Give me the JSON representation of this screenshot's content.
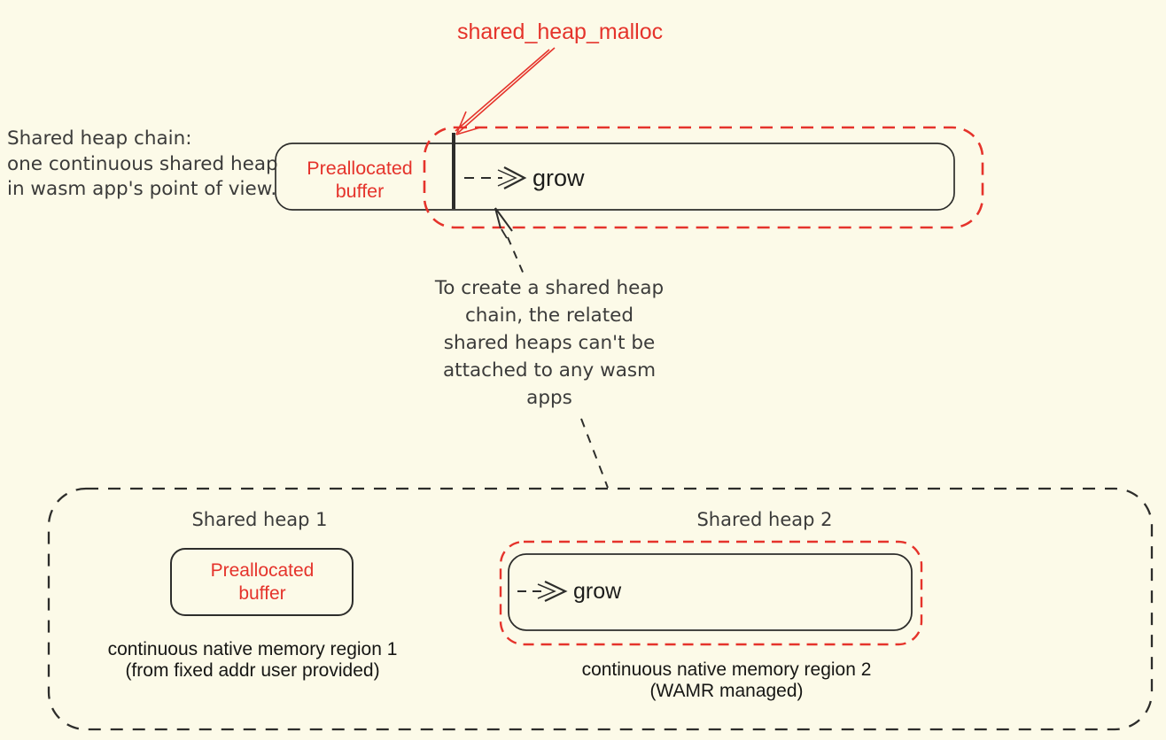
{
  "colors": {
    "background": "#fcfae8",
    "red": "#e5332b",
    "ink": "#2d2d2b",
    "text": "#3b3b3a",
    "caption": "#161614"
  },
  "top": {
    "callout_label": "shared_heap_malloc",
    "intro_text": "Shared heap chain:\none continuous shared heap\nin wasm app's point of view.",
    "bar": {
      "prealloc_label": "Preallocated\nbuffer",
      "grow_label": "grow"
    },
    "note_text": "To create a shared heap\nchain, the related\nshared heaps can't be\nattached to any wasm\napps"
  },
  "bottom": {
    "heap1": {
      "title": "Shared heap 1",
      "box_label": "Preallocated\nbuffer",
      "caption": "continuous native memory region 1\n(from fixed addr user provided)"
    },
    "heap2": {
      "title": "Shared heap 2",
      "grow_label": "grow",
      "caption": "continuous native memory region 2\n(WAMR managed)"
    }
  }
}
